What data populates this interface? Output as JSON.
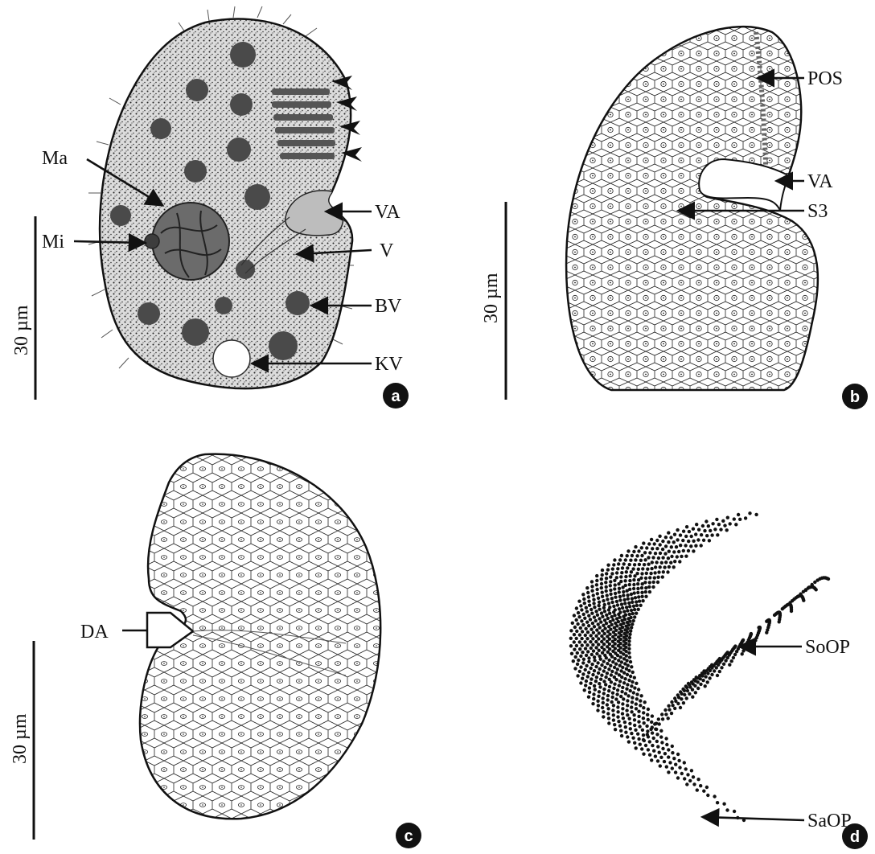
{
  "panels": {
    "a": {
      "badge": "a",
      "scale_label": "30 µm",
      "labels": {
        "ma": "Ma",
        "mi": "Mi",
        "va": "VA",
        "v": "V",
        "bv": "BV",
        "kv": "KV"
      }
    },
    "b": {
      "badge": "b",
      "scale_label": "30 µm",
      "labels": {
        "pos": "POS",
        "va": "VA",
        "s3": "S3"
      }
    },
    "c": {
      "badge": "c",
      "scale_label": "30 µm",
      "labels": {
        "da": "DA"
      }
    },
    "d": {
      "badge": "d",
      "labels": {
        "soop": "SoOP",
        "saop": "SaOP"
      }
    }
  },
  "colors": {
    "ink": "#111111",
    "background": "#ffffff",
    "stipple_fill": "#d2d2d2",
    "vacuole_dark": "#4a4a4a"
  }
}
